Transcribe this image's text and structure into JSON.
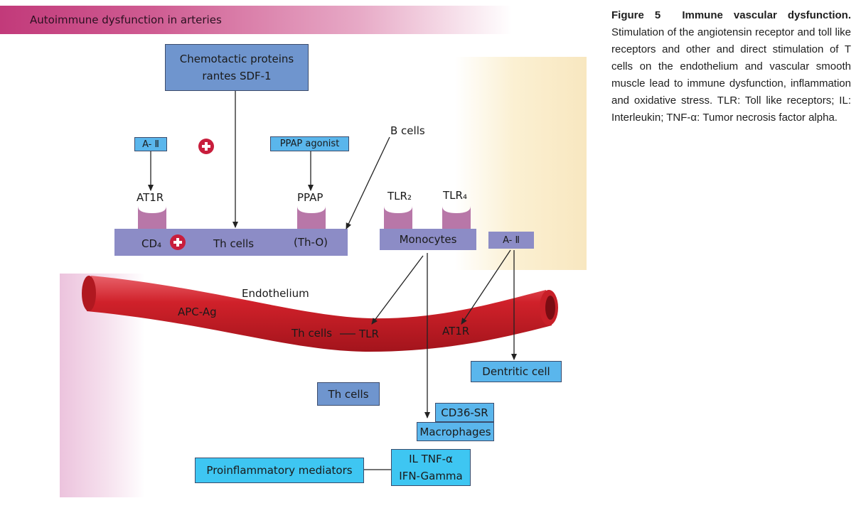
{
  "banner": {
    "title": "Autoimmune dysfunction in arteries"
  },
  "caption": {
    "figure_label": "Figure 5",
    "figure_title": "Immune vascular dysfunction.",
    "text": "Stimulation of the angiotensin receptor and toll like receptors and other and direct stimulation of T cells on the endothelium and vascular smooth muscle lead to immune dysfunction, inflammation and oxidative stress. TLR: Toll like receptors; IL: Interleukin; TNF-α: Tumor necrosis factor alpha."
  },
  "diagram": {
    "chemotactic": {
      "line1": "Chemotactic proteins",
      "line2": "rantes SDF-1"
    },
    "a2_top": "A- Ⅱ",
    "ppap_agonist": "PPAP agonist",
    "b_cells": "B cells",
    "at1r_top": "AT1R",
    "ppap": "PPAP",
    "tlr2": "TLR₂",
    "tlr4": "TLR₄",
    "cd4": "CD₄",
    "th_cells_bar": "Th cells",
    "th_o": "(Th-O)",
    "monocytes": "Monocytes",
    "a2_right": "A- Ⅱ",
    "endothelium": "Endothelium",
    "apc_ag": "APC-Ag",
    "th_cells_vessel": "Th cells",
    "tlr_vessel": "TLR",
    "at1r_vessel": "AT1R",
    "dentritic": "Dentritic cell",
    "th_cells_box": "Th cells",
    "cd36": "CD36-SR",
    "macrophages": "Macrophages",
    "proinflammatory": "Proinflammatory mediators",
    "il_tnf": "IL TNF-α",
    "ifn": "IFN-Gamma"
  },
  "colors": {
    "vessel": "#d0212a",
    "receptor": "#b877a8",
    "bar": "#8c8cc6",
    "plus": "#c81e3c"
  }
}
